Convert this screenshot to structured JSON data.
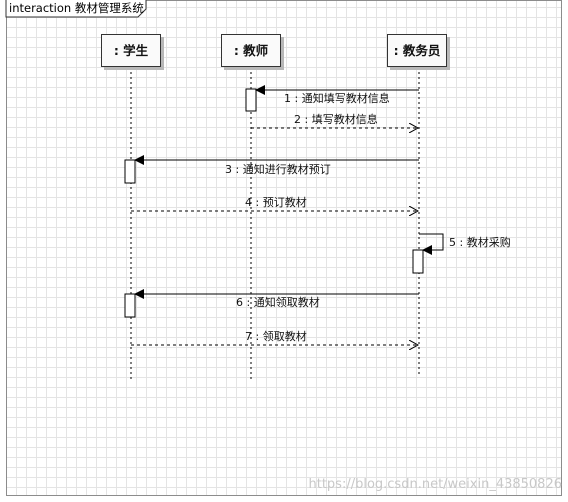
{
  "frame": {
    "title": "interaction 教材管理系统"
  },
  "lifelines": {
    "student": ": 学生",
    "teacher": ": 教师",
    "admin": ": 教务员"
  },
  "messages": {
    "m1": "1 : 通知填写教材信息",
    "m2": "2 : 填写教材信息",
    "m3": "3 : 通知进行教材预订",
    "m4": "4 : 预订教材",
    "m5": "5 : 教材采购",
    "m6": "6 : 通知领取教材",
    "m7": "7 : 领取教材"
  },
  "watermark": "https://blog.csdn.net/weixin_43850826",
  "colors": {
    "line": "#000000",
    "grid": "#e4e4e4",
    "box_fill": "#fafafa"
  }
}
